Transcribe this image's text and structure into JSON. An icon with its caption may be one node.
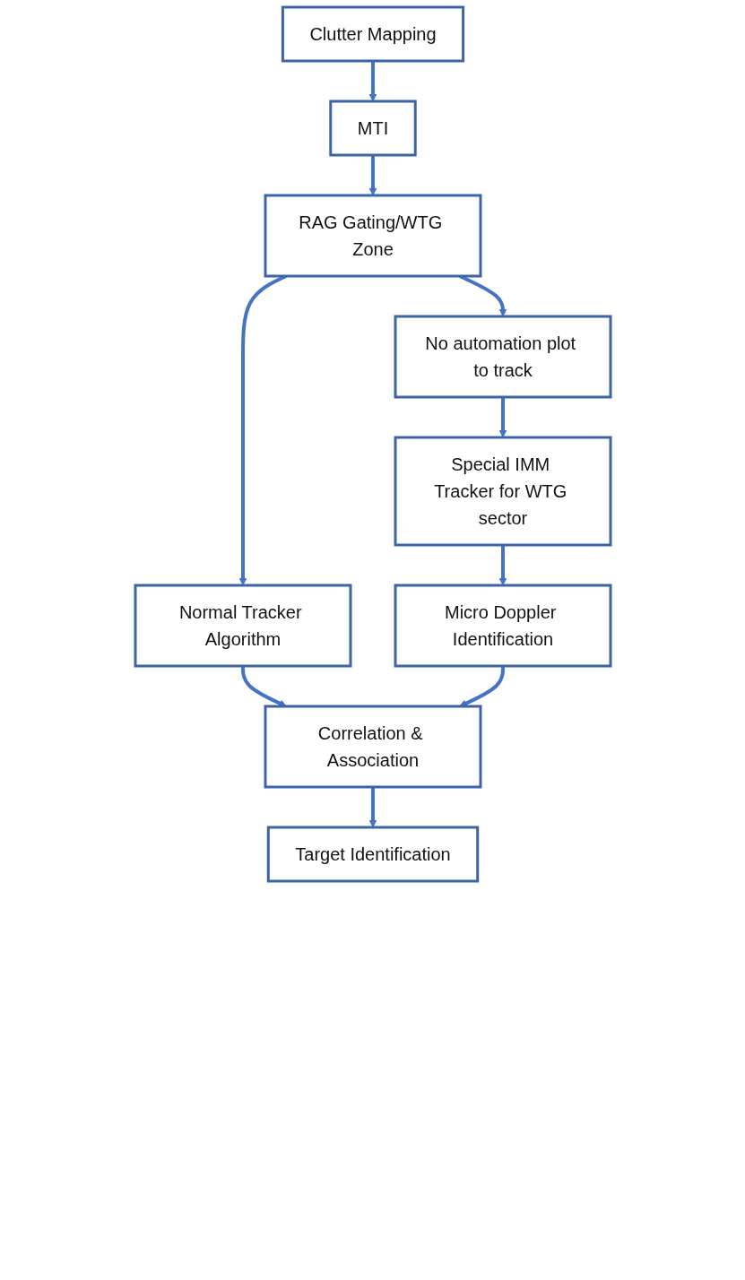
{
  "diagram": {
    "nodes": [
      {
        "text": [
          "Clutter Mapping"
        ]
      },
      {
        "text": [
          "MTI"
        ]
      },
      {
        "text": [
          "RAG Gating/WTG Zone"
        ]
      },
      {
        "text": [
          "No automation plot to track"
        ]
      },
      {
        "text": [
          "Normal Tracker Algorithm"
        ]
      },
      {
        "text": [
          "Special IMM Tracker for WTG sector"
        ]
      },
      {
        "text": [
          "Micro Doppler Identification"
        ]
      },
      {
        "text": [
          "Correlation & Association"
        ]
      },
      {
        "text": [
          "Target Identification"
        ]
      }
    ],
    "edges": [
      {
        "from": 0,
        "to": 1,
        "arrow": "to"
      },
      {
        "from": 1,
        "to": 2,
        "arrow": "to"
      },
      {
        "from": 2,
        "to": 3,
        "arrow": "to"
      },
      {
        "from": 2,
        "to": 4,
        "arrow": "to"
      },
      {
        "from": 3,
        "to": 5,
        "arrow": "to"
      },
      {
        "from": 5,
        "to": 6,
        "arrow": "to"
      },
      {
        "from": 4,
        "to": 7,
        "arrow": "to"
      },
      {
        "from": 6,
        "to": 7,
        "arrow": "to"
      },
      {
        "from": 7,
        "to": 8,
        "arrow": "to"
      }
    ]
  }
}
